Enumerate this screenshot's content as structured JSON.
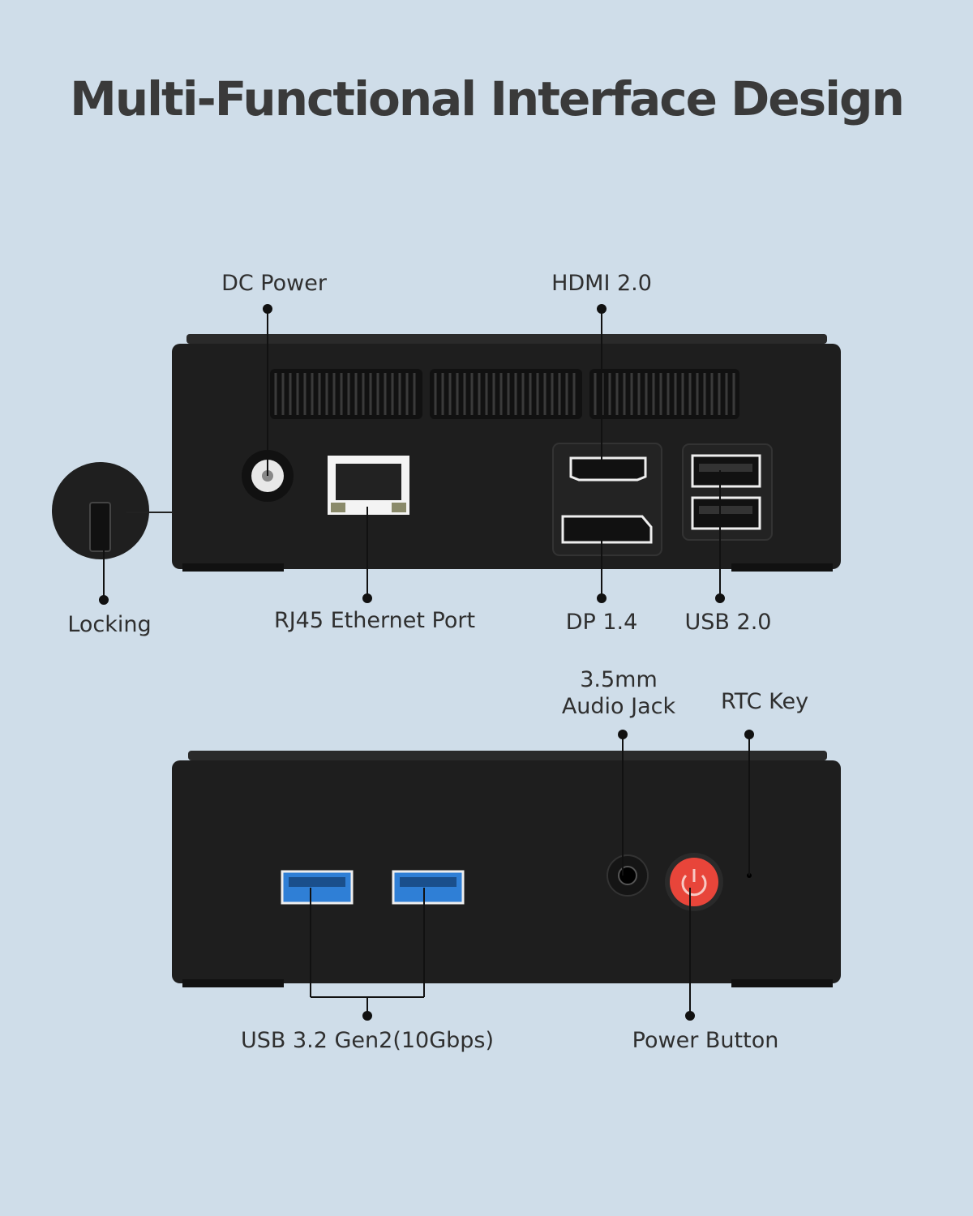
{
  "title": "Multi-Functional Interface Design",
  "labels": {
    "dc_power": "DC Power",
    "hdmi": "HDMI 2.0",
    "locking": "Locking",
    "rj45": "RJ45 Ethernet Port",
    "dp": "DP 1.4",
    "usb2": "USB 2.0",
    "audio_line1": "3.5mm",
    "audio_line2": "Audio Jack",
    "rtc": "RTC Key",
    "usb32": "USB 3.2 Gen2(10Gbps)",
    "power_button": "Power Button"
  },
  "colors": {
    "background": "#cfdde9",
    "device": "#1f1f1f",
    "usb3_blue": "#2f7fd6",
    "power_red": "#e8453a"
  }
}
